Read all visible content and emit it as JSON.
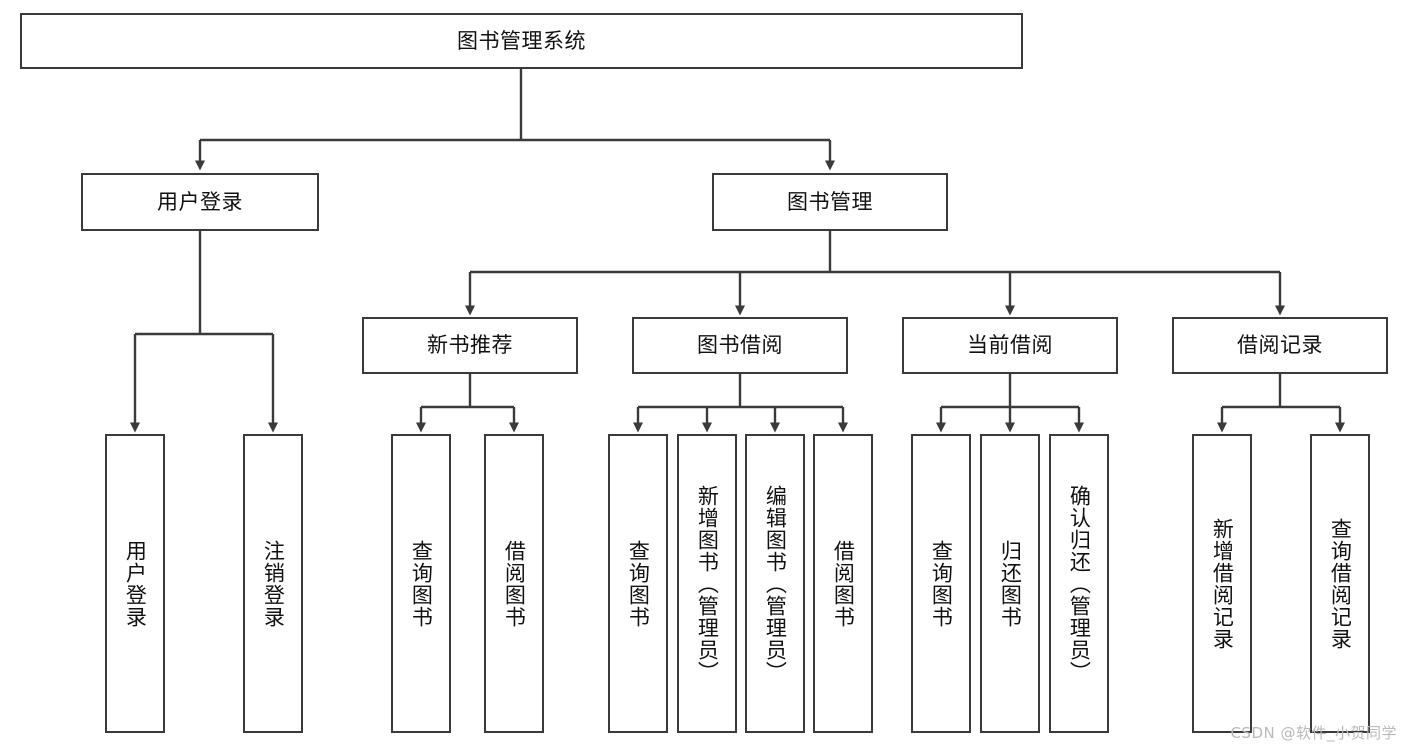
{
  "diagram": {
    "type": "tree-hierarchy",
    "title": "图书管理系统",
    "theme": {
      "stroke": "#3a3a3a",
      "fill": "#ffffff",
      "text": "#111111",
      "watermark_color": "#b9b9b9"
    },
    "root": {
      "label": "图书管理系统"
    },
    "level2": [
      {
        "label": "用户登录"
      },
      {
        "label": "图书管理"
      }
    ],
    "level3": [
      {
        "label": "新书推荐"
      },
      {
        "label": "图书借阅"
      },
      {
        "label": "当前借阅"
      },
      {
        "label": "借阅记录"
      }
    ],
    "leaves": {
      "user_login": [
        {
          "label": "用户登录"
        },
        {
          "label": "注销登录"
        }
      ],
      "new_book": [
        {
          "label": "查询图书"
        },
        {
          "label": "借阅图书"
        }
      ],
      "borrow_book": [
        {
          "label": "查询图书"
        },
        {
          "label": "新增图书（管理员）"
        },
        {
          "label": "编辑图书（管理员）"
        },
        {
          "label": "借阅图书"
        }
      ],
      "current_borrow": [
        {
          "label": "查询图书"
        },
        {
          "label": "归还图书"
        },
        {
          "label": "确认归还（管理员）"
        }
      ],
      "borrow_record": [
        {
          "label": "新增借阅记录"
        },
        {
          "label": "查询借阅记录"
        }
      ]
    },
    "watermark": "CSDN @软件_小贺同学"
  }
}
